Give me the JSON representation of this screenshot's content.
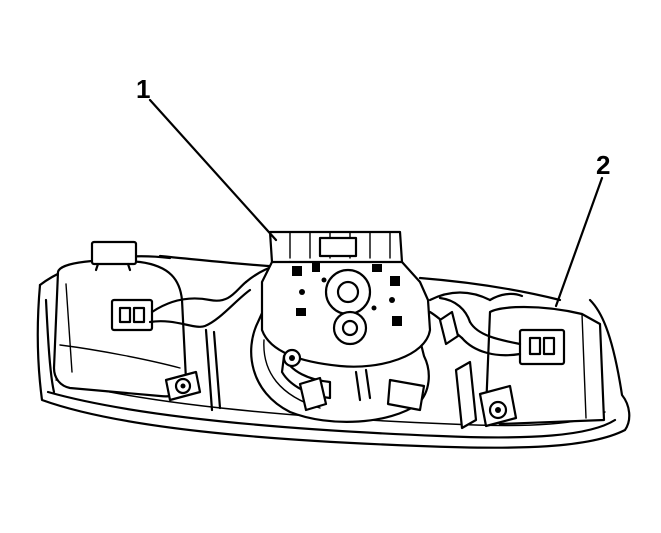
{
  "figure": {
    "callouts": [
      {
        "id": "1",
        "text": "1"
      },
      {
        "id": "2",
        "text": "2"
      }
    ],
    "line_color": "#000000",
    "background_color": "#ffffff"
  }
}
